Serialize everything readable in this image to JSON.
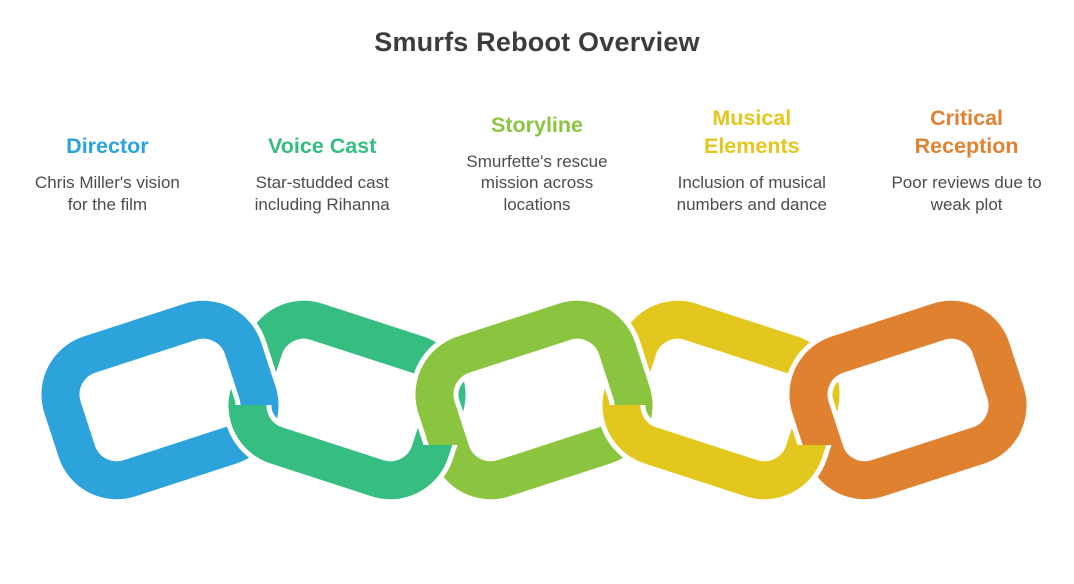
{
  "title": "Smurfs Reboot Overview",
  "sections": [
    {
      "label": "Director",
      "description": "Chris Miller's vision for the film",
      "color": "#2CA3DA"
    },
    {
      "label": "Voice Cast",
      "description": "Star-studded cast including Rihanna",
      "color": "#36BD82"
    },
    {
      "label": "Storyline",
      "description": "Smurfette's rescue mission across locations",
      "color": "#8BC53F"
    },
    {
      "label": "Musical Elements",
      "description": "Inclusion of musical numbers and dance",
      "color": "#E4C71E"
    },
    {
      "label": "Critical Reception",
      "description": "Poor reviews due to weak plot",
      "color": "#E0812F"
    }
  ],
  "chain": {
    "outline_color": "#FFFFFF",
    "link_colors": [
      "#2CA3DA",
      "#36BD82",
      "#8BC53F",
      "#E4C71E",
      "#E0812F"
    ]
  }
}
